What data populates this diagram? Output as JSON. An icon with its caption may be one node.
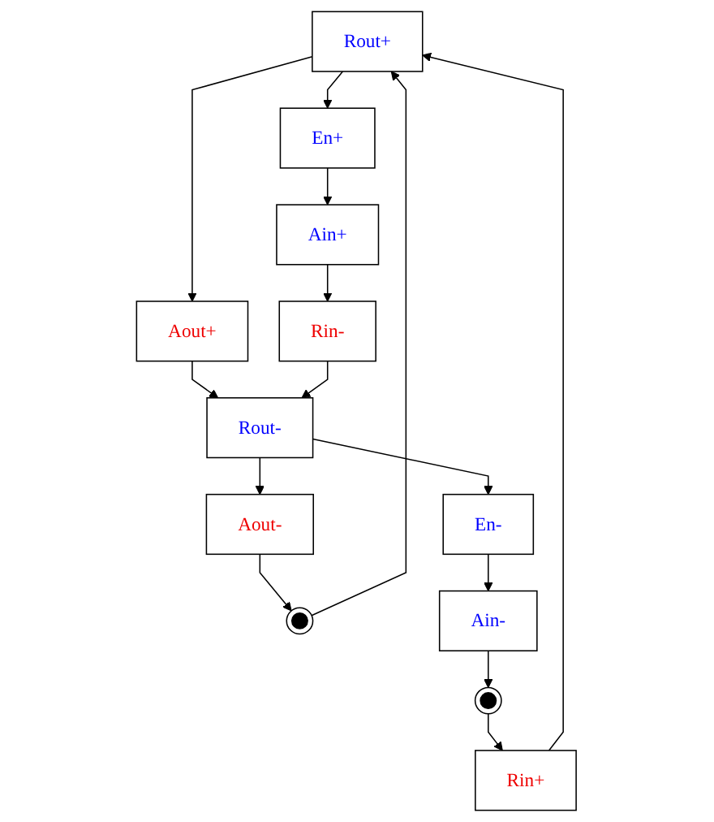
{
  "diagram": {
    "nodes": [
      {
        "text": [
          "Rout+"
        ]
      },
      {
        "text": [
          "En+"
        ]
      },
      {
        "text": [
          "Aout+"
        ]
      },
      {
        "text": [],
        "shape": "circle"
      },
      {
        "text": [
          "Rin+"
        ]
      },
      {
        "text": [
          "Ain+"
        ]
      },
      {
        "text": [
          "Aout-"
        ]
      },
      {
        "text": [],
        "shape": "circle"
      },
      {
        "text": [
          "Rin-"
        ]
      },
      {
        "text": [
          "Ain-"
        ]
      },
      {
        "text": [
          "Rout-"
        ]
      },
      {
        "text": [
          "En-"
        ]
      }
    ],
    "edges": [
      {
        "from": 0,
        "to": 1,
        "arrow": "to"
      },
      {
        "from": 0,
        "to": 2,
        "arrow": "to"
      },
      {
        "from": 3,
        "to": 0,
        "arrow": "to"
      },
      {
        "from": 4,
        "to": 0,
        "arrow": "to"
      },
      {
        "from": 1,
        "to": 5,
        "arrow": "to"
      },
      {
        "from": 6,
        "to": 3,
        "arrow": "to"
      },
      {
        "from": 7,
        "to": 4,
        "arrow": "to"
      },
      {
        "from": 5,
        "to": 8,
        "arrow": "to"
      },
      {
        "from": 2,
        "to": 10,
        "arrow": "to"
      },
      {
        "from": 10,
        "to": 6,
        "arrow": "to"
      },
      {
        "from": 9,
        "to": 7,
        "arrow": "to"
      },
      {
        "from": 8,
        "to": 10,
        "arrow": "to"
      },
      {
        "from": 10,
        "to": 11,
        "arrow": "to"
      },
      {
        "from": 11,
        "to": 9,
        "arrow": "to"
      }
    ]
  }
}
